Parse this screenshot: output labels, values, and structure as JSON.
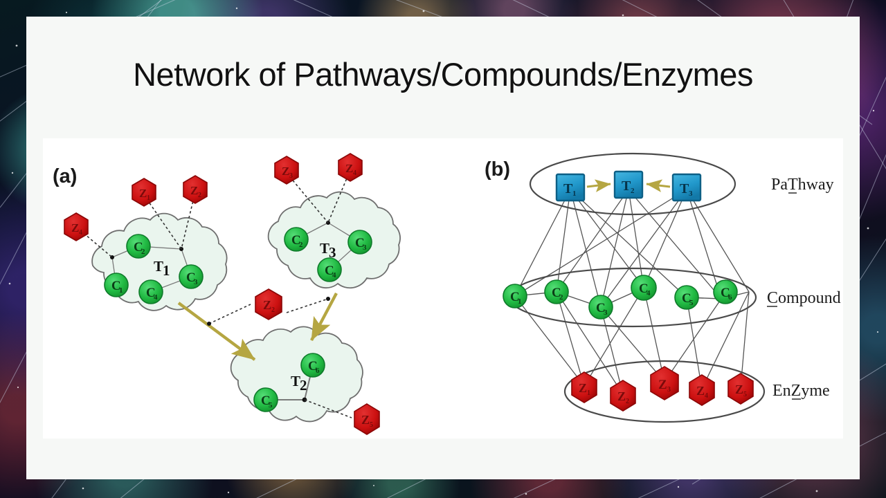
{
  "slide": {
    "title": "Network of Pathways/Compounds/Enzymes",
    "background": "cosmic-nebula",
    "panel_bg": "#f6f8f6",
    "figure_bg": "#ffffff"
  },
  "colors": {
    "compound_fill": "#22bb44",
    "compound_stroke": "#0e7a2a",
    "enzyme_fill": "#cc1111",
    "enzyme_stroke": "#8a0707",
    "pathway_fill": "#2299cc",
    "pathway_stroke": "#0d5f85",
    "cloud_fill": "#eaf5ee",
    "cloud_stroke": "#6f6f6f",
    "arrow": "#b5a642",
    "link": "#555555",
    "title_text": "#111111"
  },
  "panel_a": {
    "tag": "(a)",
    "clouds": [
      {
        "name": "T1",
        "label": "T",
        "sub": "1",
        "compounds": [
          {
            "label": "C",
            "sub": "1"
          },
          {
            "label": "C",
            "sub": "2"
          },
          {
            "label": "C",
            "sub": "3"
          },
          {
            "label": "C",
            "sub": "4"
          }
        ]
      },
      {
        "name": "T3",
        "label": "T",
        "sub": "3",
        "compounds": [
          {
            "label": "C",
            "sub": "2"
          },
          {
            "label": "C",
            "sub": "3"
          },
          {
            "label": "C",
            "sub": "4"
          }
        ]
      },
      {
        "name": "T2",
        "label": "T",
        "sub": "2",
        "compounds": [
          {
            "label": "C",
            "sub": "5"
          },
          {
            "label": "C",
            "sub": "6"
          }
        ]
      }
    ],
    "enzymes": [
      {
        "label": "Z",
        "sub": "4",
        "position": "left-of-T1"
      },
      {
        "label": "Z",
        "sub": "1",
        "position": "above-T1-left"
      },
      {
        "label": "Z",
        "sub": "2",
        "position": "above-T1-right"
      },
      {
        "label": "Z",
        "sub": "3",
        "position": "above-T3-left"
      },
      {
        "label": "Z",
        "sub": "4",
        "position": "above-T3-right"
      },
      {
        "label": "Z",
        "sub": "2",
        "position": "between-T1-T2"
      },
      {
        "label": "Z",
        "sub": "5",
        "position": "right-of-T2"
      }
    ],
    "arrows": [
      {
        "from": "T1",
        "to": "T2"
      },
      {
        "from": "T3",
        "to": "T2"
      }
    ]
  },
  "panel_b": {
    "tag": "(b)",
    "layers": [
      {
        "name": "pathway",
        "label": "PaThway",
        "label_underline_char": "T",
        "nodes": [
          {
            "label": "T",
            "sub": "1"
          },
          {
            "label": "T",
            "sub": "2"
          },
          {
            "label": "T",
            "sub": "3"
          }
        ]
      },
      {
        "name": "compound",
        "label": "Compound",
        "label_underline_char": "C",
        "nodes": [
          {
            "label": "C",
            "sub": "1"
          },
          {
            "label": "C",
            "sub": "2"
          },
          {
            "label": "C",
            "sub": "3"
          },
          {
            "label": "C",
            "sub": "4"
          },
          {
            "label": "C",
            "sub": "5"
          },
          {
            "label": "C",
            "sub": "6"
          }
        ]
      },
      {
        "name": "enzyme",
        "label": "EnZyme",
        "label_underline_char": "Z",
        "nodes": [
          {
            "label": "Z",
            "sub": "1"
          },
          {
            "label": "Z",
            "sub": "2"
          },
          {
            "label": "Z",
            "sub": "3"
          },
          {
            "label": "Z",
            "sub": "4"
          },
          {
            "label": "Z",
            "sub": "5"
          }
        ]
      }
    ],
    "pathway_arrows": [
      {
        "from": "T1",
        "to": "T2"
      },
      {
        "from": "T3",
        "to": "T2"
      }
    ]
  }
}
